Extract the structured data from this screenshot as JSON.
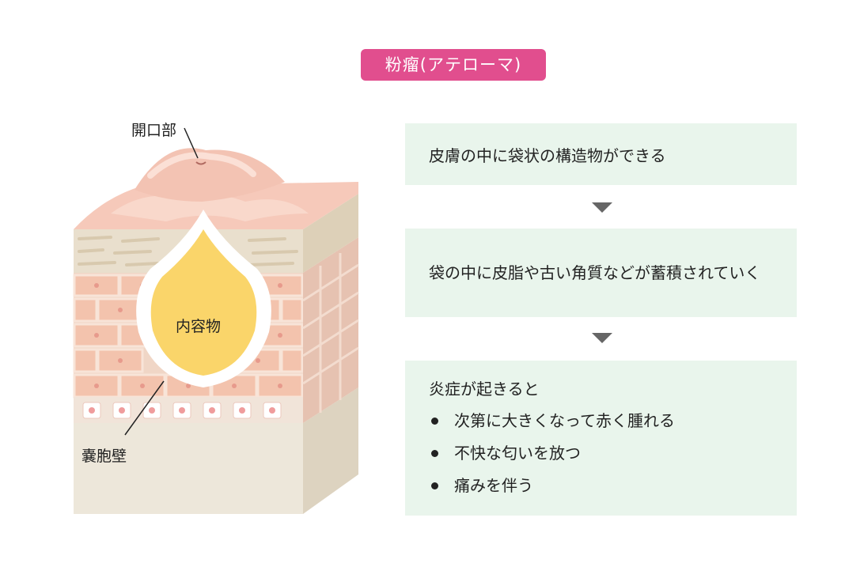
{
  "title": "粉瘤(アテローマ)",
  "diagram": {
    "label_opening": "開口部",
    "label_contents": "内容物",
    "label_wall": "嚢胞壁",
    "colors": {
      "skin_top": "#f6c9ba",
      "bump": "#f3c3b3",
      "cyst_fill": "#fad56a",
      "cyst_rim": "#ffffff",
      "epidermis": "#eae0cf",
      "cells": "#f3c6b2",
      "base": "#ede7da"
    }
  },
  "steps": [
    {
      "text": "皮膚の中に袋状の構造物ができる"
    },
    {
      "text": "袋の中に皮脂や古い角質などが蓄積されていく"
    },
    {
      "intro": "炎症が起きると",
      "bullets": [
        "次第に大きくなって赤く腫れる",
        "不快な匂いを放つ",
        "痛みを伴う"
      ]
    }
  ]
}
